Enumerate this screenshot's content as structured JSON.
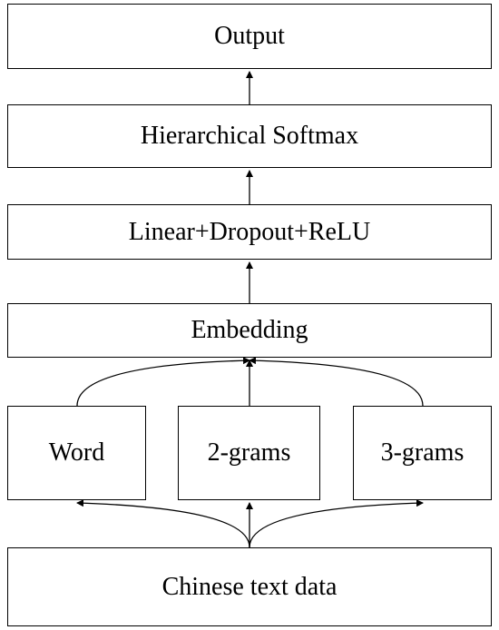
{
  "layers": {
    "output": "Output",
    "softmax": "Hierarchical Softmax",
    "linear": "Linear+Dropout+ReLU",
    "embedding": "Embedding"
  },
  "features": {
    "word": "Word",
    "bigrams": "2-grams",
    "trigrams": "3-grams"
  },
  "input": "Chinese text data",
  "style": {
    "line_color": "#000000",
    "box_border": "#000000",
    "background": "#ffffff"
  }
}
